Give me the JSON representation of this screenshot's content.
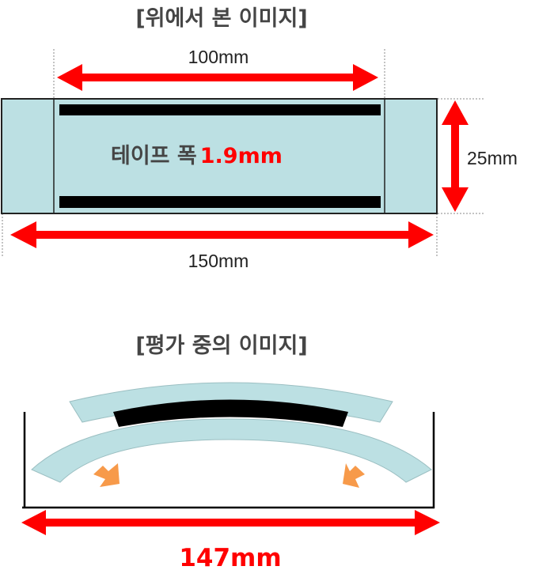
{
  "top_view": {
    "title": "[위에서 본 이미지]",
    "inner_length": "100mm",
    "outer_length": "150mm",
    "width": "25mm",
    "tape_label": "테이프 폭",
    "tape_width": "1.9mm"
  },
  "eval_view": {
    "title": "[평가 중의 이미지]",
    "span": "147mm"
  },
  "colors": {
    "substrate": "#bce0e3",
    "arrow": "#ff0000",
    "tape": "#000000",
    "force_arrow": "#f79a4a",
    "title_text": "#454545"
  }
}
